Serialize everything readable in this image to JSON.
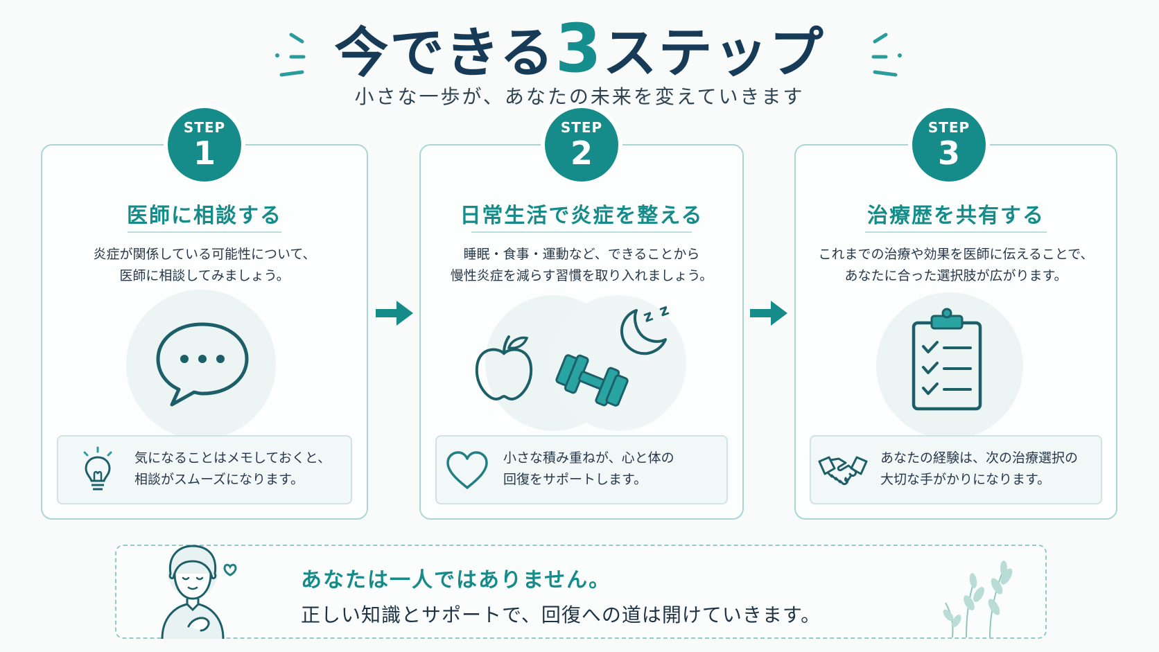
{
  "header": {
    "title_pre": "今できる",
    "title_num": "3",
    "title_post": "ステップ",
    "subtitle": "小さな一歩が、あなたの未来を変えていきます"
  },
  "colors": {
    "accent": "#168c8a",
    "navy": "#173b57",
    "border": "#a9d6d3"
  },
  "steps": [
    {
      "label": "STEP",
      "number": "1",
      "title": "医師に相談する",
      "desc1": "炎症が関係している可能性について、",
      "desc2": "医師に相談してみましょう。",
      "icon": "speech-bubble-icon",
      "tip_icon": "lightbulb-icon",
      "tip1": "気になることはメモしておくと、",
      "tip2": "相談がスムーズになります。"
    },
    {
      "label": "STEP",
      "number": "2",
      "title": "日常生活で炎症を整える",
      "desc1": "睡眠・食事・運動など、できることから",
      "desc2": "慢性炎症を減らす習慣を取り入れましょう。",
      "icon": "apple-dumbbell-moon-icon",
      "sleep_z": "z z",
      "tip_icon": "heart-icon",
      "tip1": "小さな積み重ねが、心と体の",
      "tip2": "回復をサポートします。"
    },
    {
      "label": "STEP",
      "number": "3",
      "title": "治療歴を共有する",
      "desc1": "これまでの治療や効果を医師に伝えることで、",
      "desc2": "あなたに合った選択肢が広がります。",
      "icon": "clipboard-checklist-icon",
      "tip_icon": "handshake-icon",
      "tip1": "あなたの経験は、次の治療選択の",
      "tip2": "大切な手がかりになります。"
    }
  ],
  "footer": {
    "heading": "あなたは一人ではありません。",
    "text": "正しい知識とサポートで、回復への道は開けていきます。",
    "person_icon": "person-heart-icon",
    "plant_icon": "plant-icon"
  }
}
